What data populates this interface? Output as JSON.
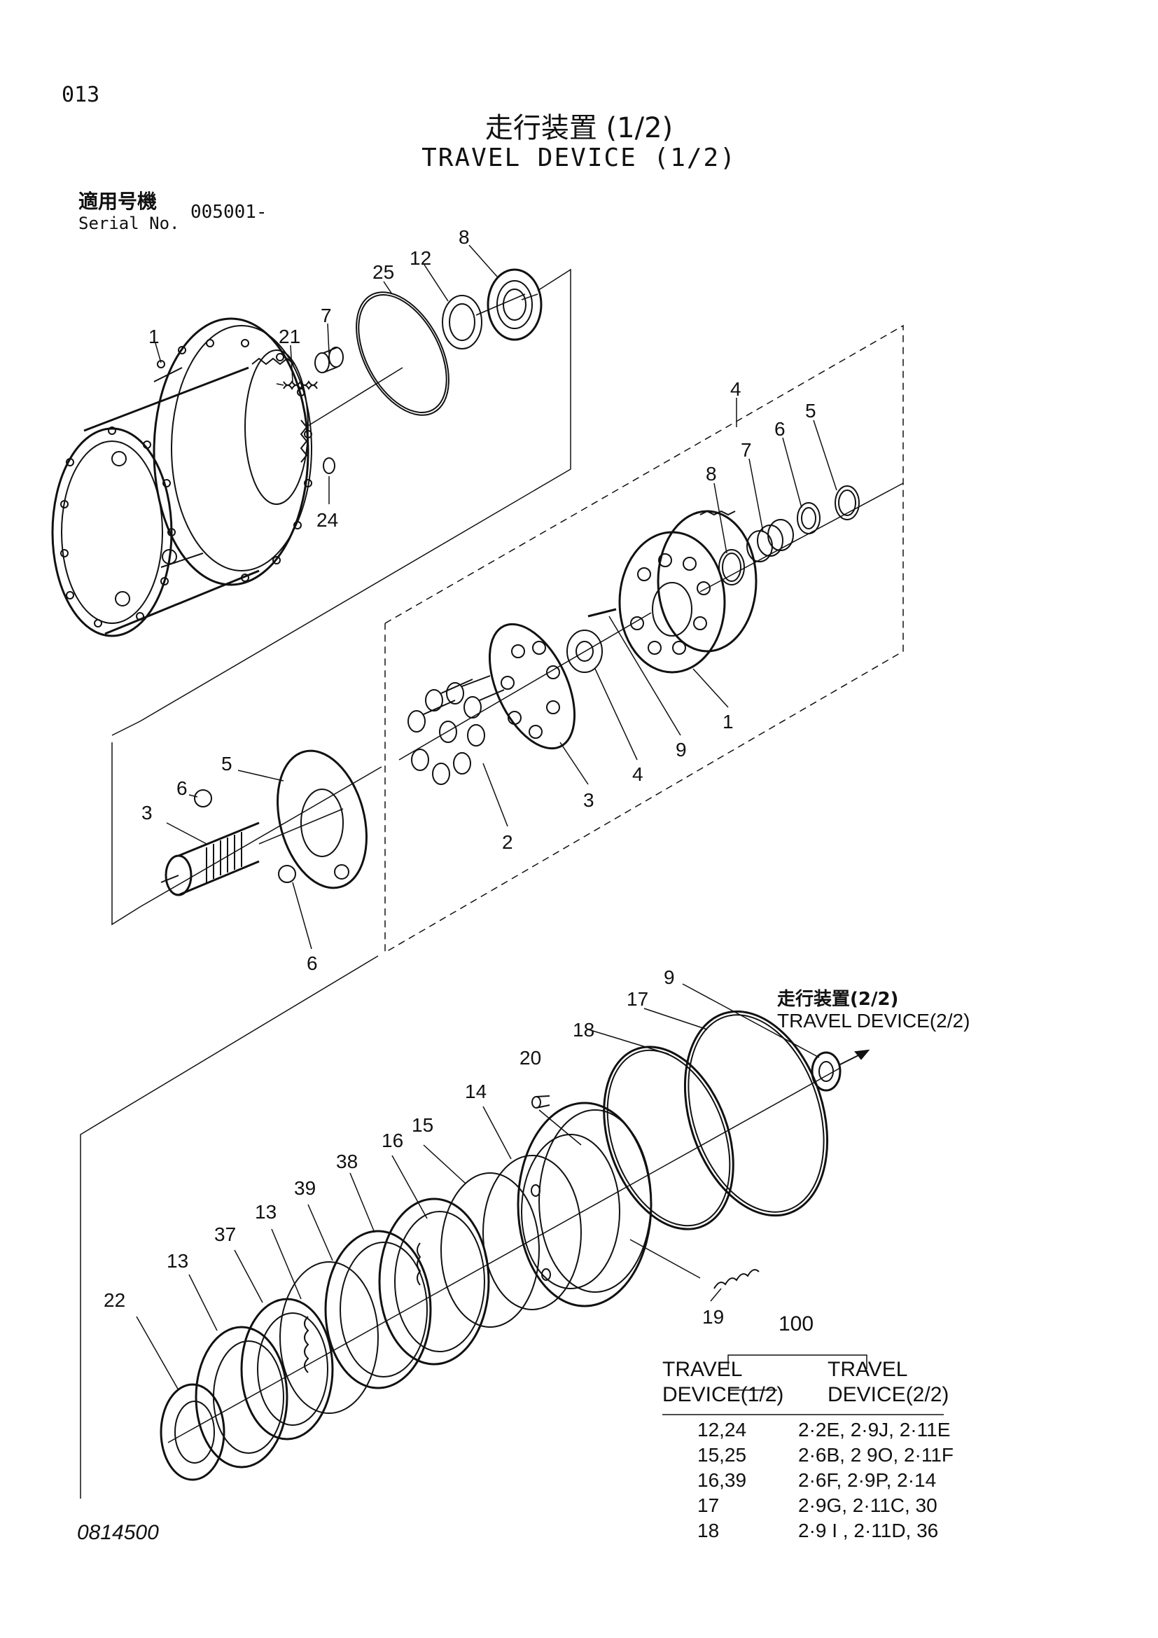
{
  "page_number": "013",
  "title_jp": "走行装置 (1/2)",
  "title_en": "TRAVEL DEVICE (1/2)",
  "serial_label_jp": "適用号機",
  "serial_label_en": "Serial No.",
  "serial_value": "005001-",
  "continuation": {
    "label_jp": "走行装置(2/2)",
    "label_en": "TRAVEL DEVICE(2/2)"
  },
  "doc_code": "0814500",
  "callouts": {
    "c1": "1",
    "c4": "4",
    "c7a": "7",
    "c8a": "8",
    "c12": "12",
    "c21": "21",
    "c24": "24",
    "c25": "25",
    "s1": "1",
    "s2": "2",
    "s3": "3",
    "s4": "4",
    "s5": "5",
    "s6": "6",
    "s7": "7",
    "s8": "8",
    "s9": "9",
    "b3": "3",
    "b5": "5",
    "b6a": "6",
    "b6b": "6",
    "d9": "9",
    "d13a": "13",
    "d13b": "13",
    "d14": "14",
    "d15": "15",
    "d16": "16",
    "d17": "17",
    "d18": "18",
    "d19": "19",
    "d20": "20",
    "d22": "22",
    "d37": "37",
    "d38": "38",
    "d39": "39"
  },
  "reference_table": {
    "group_label": "100",
    "col1_line1": "TRAVEL",
    "col1_line2": "DEVICE(1/2)",
    "col2_line1": "TRAVEL",
    "col2_line2": "DEVICE(2/2)",
    "rows": [
      {
        "left": "12,24",
        "right": "2·2E, 2·9J,  2·11E"
      },
      {
        "left": "15,25",
        "right": "2·6B, 2 9O,  2·11F"
      },
      {
        "left": "16,39",
        "right": "2·6F, 2·9P,  2·14"
      },
      {
        "left": "17",
        "right": "2·9G, 2·11C, 30"
      },
      {
        "left": "18",
        "right": "2·9 I , 2·11D, 36"
      }
    ]
  }
}
